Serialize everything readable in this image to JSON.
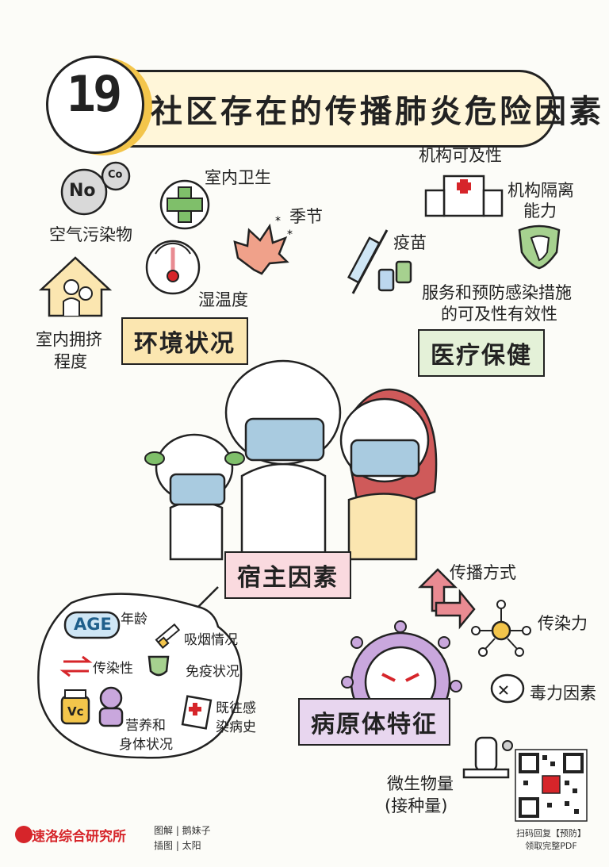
{
  "title": {
    "number": "19",
    "text": "社区存在的传播肺炎危险因素"
  },
  "environment": {
    "heading": "环境状况",
    "items": {
      "pollutants": "空气污染物",
      "no_badge": "No",
      "co_badge": "Co",
      "hygiene": "室内卫生",
      "season": "季节",
      "humidity": "湿温度",
      "crowding_line1": "室内拥挤",
      "crowding_line2": "程度"
    }
  },
  "medical": {
    "heading": "医疗保健",
    "items": {
      "accessibility": "机构可及性",
      "isolation_line1": "机构隔离",
      "isolation_line2": "能力",
      "vaccine": "疫苗",
      "services_line1": "服务和预防感染措施",
      "services_line2": "的可及性有效性"
    }
  },
  "host": {
    "heading": "宿主因素",
    "items": {
      "age_badge": "AGE",
      "age": "年龄",
      "smoking": "吸烟情况",
      "infectivity": "传染性",
      "immunity": "免疫状况",
      "vc_badge": "Vc",
      "nutrition_line1": "营养和",
      "nutrition_line2": "身体状况",
      "history_line1": "既往感",
      "history_line2": "染病史"
    }
  },
  "pathogen": {
    "heading": "病原体特征",
    "items": {
      "transmission_mode": "传播方式",
      "contagiousness": "传染力",
      "virulence": "毒力因素",
      "dose_line1": "微生物量",
      "dose_line2": "(接种量)"
    }
  },
  "footer": {
    "org": "速洛综合研究所",
    "credit_text": "图解 | 鹅妹子",
    "credit_illus": "插图 | 太阳",
    "qr_line1": "扫码回复【预防】",
    "qr_line2": "领取完整PDF"
  },
  "colors": {
    "yellow": "#f3c54b",
    "green": "#7fbf6a",
    "pink": "#e98b92",
    "purple": "#b48ac8",
    "mask": "#a9cbe0",
    "red": "#d6252a"
  }
}
